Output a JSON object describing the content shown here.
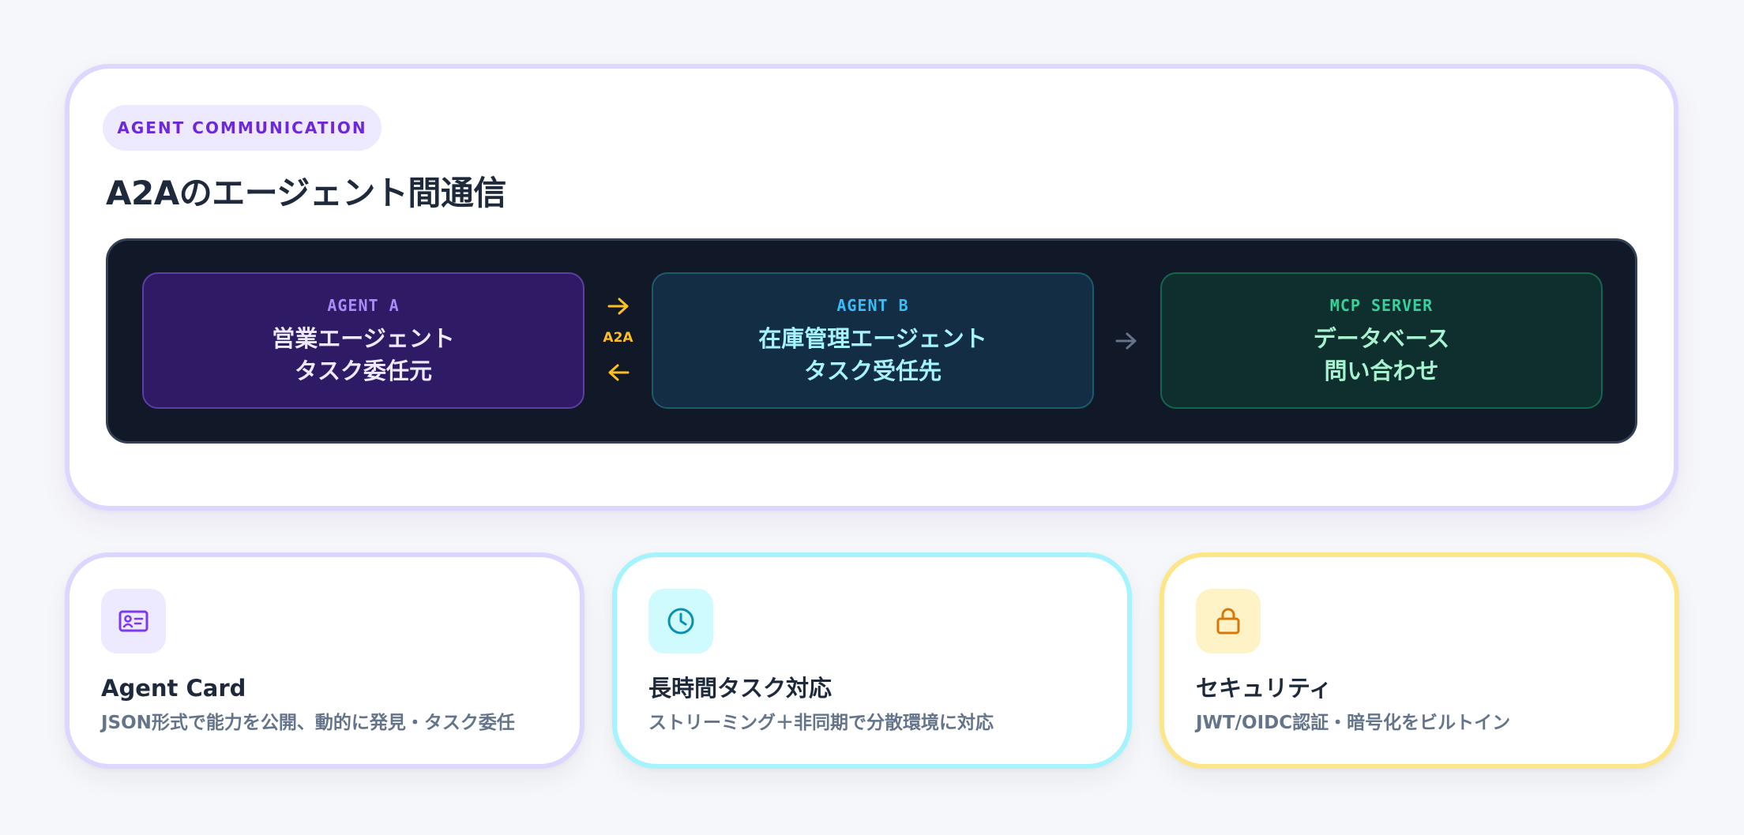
{
  "main": {
    "badge": "AGENT COMMUNICATION",
    "title": "A2Aのエージェント間通信"
  },
  "diagram": {
    "agent_a": {
      "label": "AGENT A",
      "line1": "営業エージェント",
      "line2": "タスク委任元"
    },
    "link_label": "A2A",
    "agent_b": {
      "label": "AGENT B",
      "line1": "在庫管理エージェント",
      "line2": "タスク受任先"
    },
    "mcp_server": {
      "label": "MCP SERVER",
      "line1": "データベース",
      "line2": "問い合わせ"
    }
  },
  "features": [
    {
      "icon": "id-card-icon",
      "title": "Agent Card",
      "description": "JSON形式で能力を公開、動的に発見・タスク委任"
    },
    {
      "icon": "clock-icon",
      "title": "長時間タスク対応",
      "description": "ストリーミング＋非同期で分散環境に対応"
    },
    {
      "icon": "lock-icon",
      "title": "セキュリティ",
      "description": "JWT/OIDC認証・暗号化をビルトイン"
    }
  ],
  "colors": {
    "accent_purple": "#7c3aed",
    "accent_cyan": "#0891b2",
    "accent_amber": "#d97706",
    "arrow_amber": "#fbbf24",
    "arrow_gray": "#64748b",
    "panel_bg": "#111827"
  }
}
